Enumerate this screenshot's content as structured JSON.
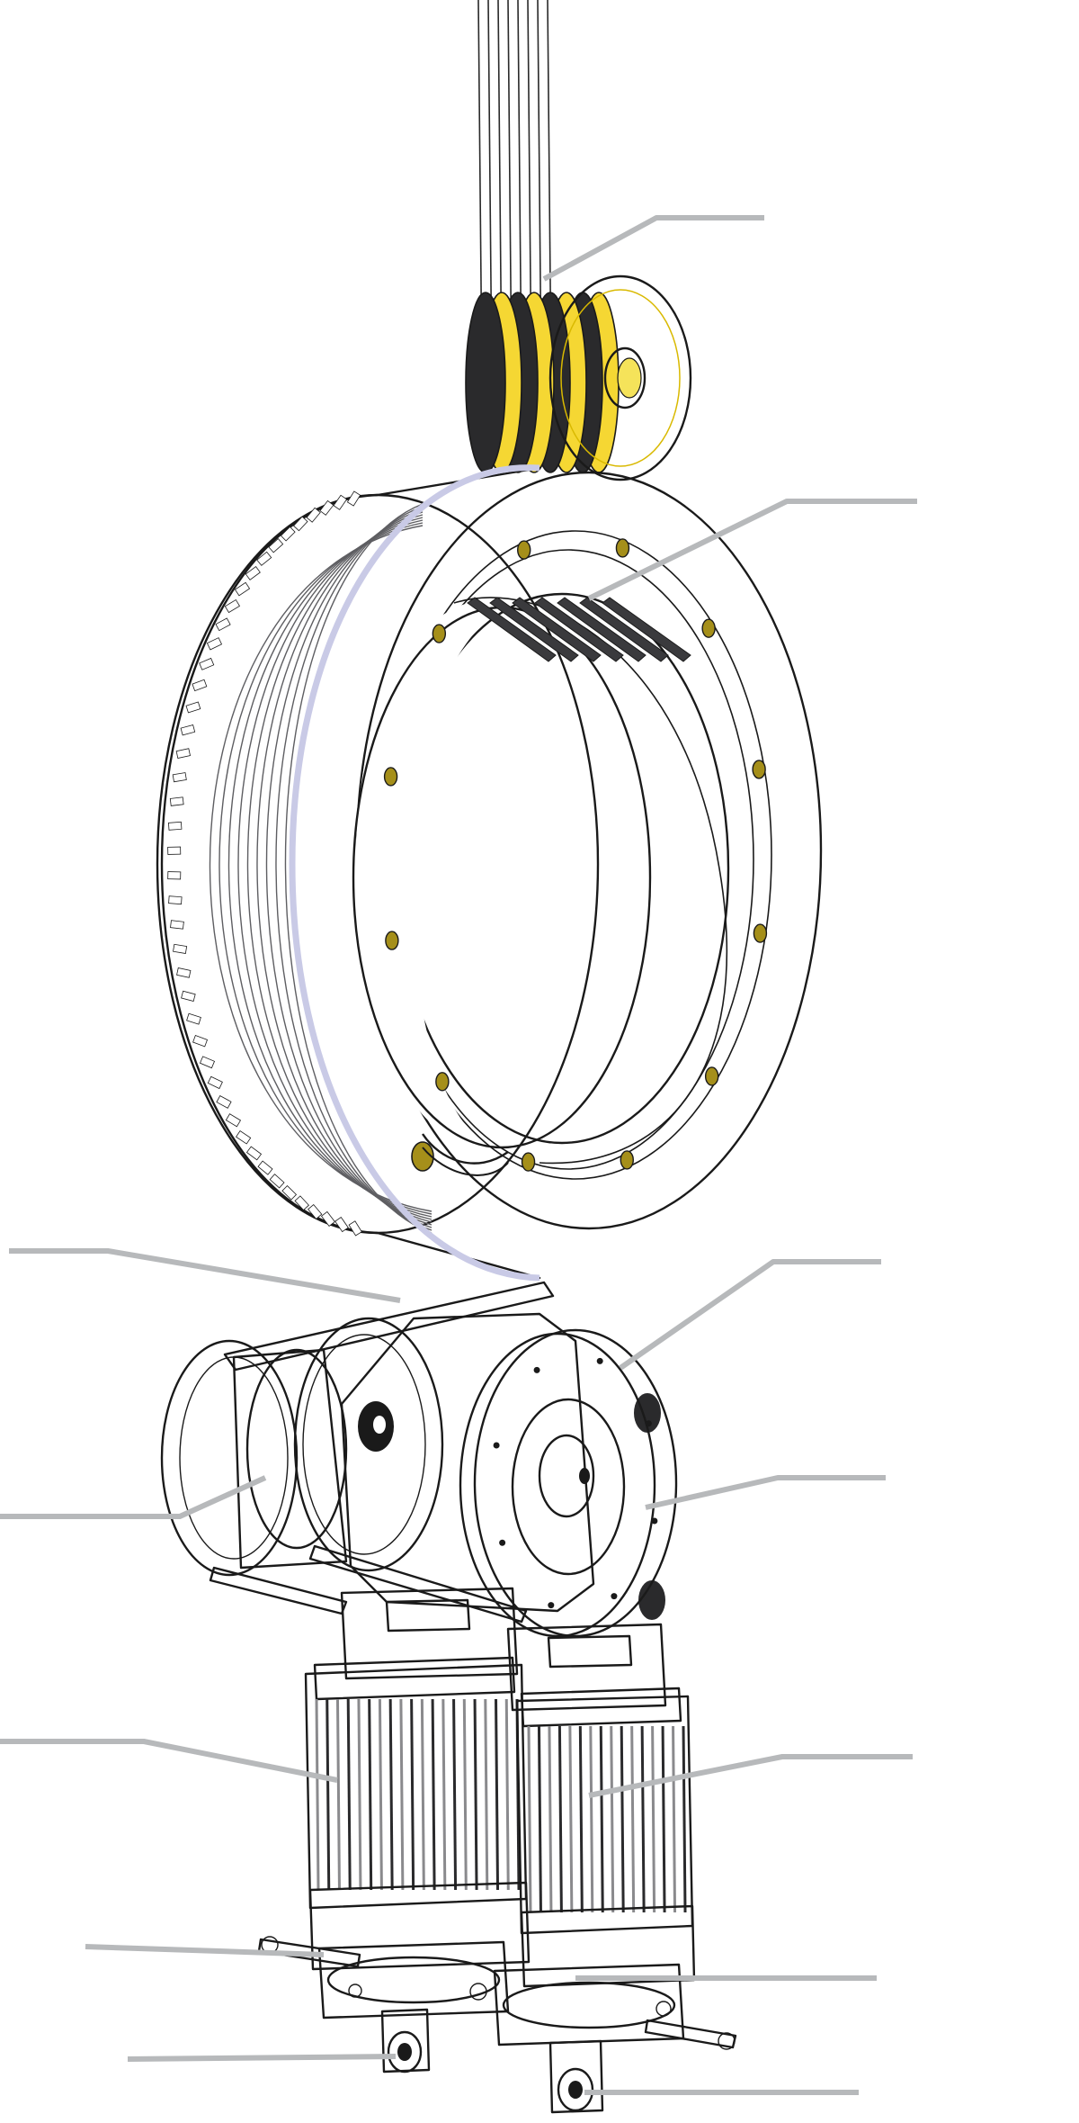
{
  "diagram": {
    "kind": "exploded-view",
    "colors": {
      "background": "#ffffff",
      "yellow": "#f5d733",
      "yellow_dark": "#d9b900",
      "dark_grey": "#58585a",
      "mid_grey": "#8a8a8d",
      "light_grey": "#d8d8da",
      "lavender": "#9b9cc8",
      "red": "#c0141b",
      "white": "#ffffff",
      "leader": "#b7b9bb",
      "outline": "#1a1a1a"
    },
    "parts": [
      {
        "id": "ropes",
        "icon": "rope-strands"
      },
      {
        "id": "small-pulley",
        "icon": "grooved-pulley"
      },
      {
        "id": "large-ring-sheave",
        "icon": "ring-sheave"
      },
      {
        "id": "drive-belt",
        "icon": "poly-v-belt"
      },
      {
        "id": "left-pulley",
        "icon": "belt-pulley"
      },
      {
        "id": "right-pulley-disc",
        "icon": "brake-disc"
      },
      {
        "id": "left-motor",
        "icon": "electric-motor"
      },
      {
        "id": "right-motor",
        "icon": "electric-motor"
      },
      {
        "id": "left-brake-lever",
        "icon": "release-lever"
      },
      {
        "id": "right-brake-lever",
        "icon": "release-lever"
      },
      {
        "id": "left-encoder",
        "icon": "encoder"
      },
      {
        "id": "right-encoder",
        "icon": "encoder"
      }
    ],
    "callouts": [
      {
        "part": "small-pulley",
        "label": ""
      },
      {
        "part": "large-ring-sheave",
        "label": ""
      },
      {
        "part": "drive-belt",
        "label": ""
      },
      {
        "part": "right-pulley-disc",
        "label": ""
      },
      {
        "part": "left-pulley",
        "label": ""
      },
      {
        "part": "right-pulley-disc",
        "label": ""
      },
      {
        "part": "left-motor",
        "label": ""
      },
      {
        "part": "right-motor",
        "label": ""
      },
      {
        "part": "left-brake-lever",
        "label": ""
      },
      {
        "part": "right-brake-lever",
        "label": ""
      },
      {
        "part": "left-encoder",
        "label": ""
      },
      {
        "part": "right-encoder",
        "label": ""
      }
    ]
  }
}
